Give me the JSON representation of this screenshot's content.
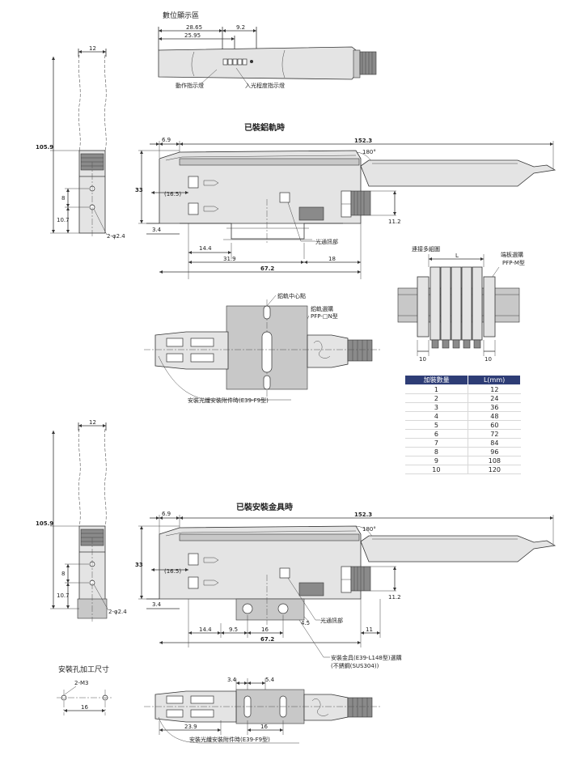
{
  "labels": {
    "digital_display": "數位顯示區",
    "operation_indicator": "動作指示燈",
    "light_level_indicator": "入光程度指示燈",
    "rail_mounted_title": "已裝鋁軌時",
    "light_receiving_part_1": "光通訊部",
    "light_receiving_part_2": "光通訊部",
    "multi_unit_diagram": "連接多組圖",
    "end_plate": "端板選購",
    "end_plate_model": "PFP-M型",
    "rail_center": "鋁軌中心點",
    "rail_option": "鋁軌選購",
    "rail_model": "PFP-□N型",
    "fiber_attachment_1": "安裝光纖安裝附件時(E39-F9型)",
    "bracket_mounted_title": "已裝安裝金具時",
    "bracket_option": "安裝金具(E39-L148型)選購",
    "bracket_material": "(不銹鋼(SUS304))",
    "hole_dimensions_title": "安裝孔加工尺寸",
    "fiber_attachment_2": "安裝光纖安裝附件時(E39-F9型)"
  },
  "dimensions": {
    "top_28_65": "28.65",
    "top_9_2": "9.2",
    "top_25_95": "25.95",
    "side_width_12_a": "12",
    "side_height_105_9_a": "105.9",
    "side_8_a": "8",
    "side_10_7_a": "10.7",
    "side_holes_a": "2-φ2.4",
    "rail_6_9": "6.9",
    "rail_152_3": "152.3",
    "rail_180": "180°",
    "rail_33": "33",
    "rail_16_5": "(16.5)",
    "rail_3_4": "3.4",
    "rail_11_2": "11.2",
    "rail_14_4": "14.4",
    "rail_31_9": "31.9",
    "rail_18": "18",
    "rail_67_2": "67.2",
    "multi_L": "L",
    "multi_10_left": "10",
    "multi_10_right": "10",
    "side_width_12_b": "12",
    "side_height_105_9_b": "105.9",
    "side_8_b": "8",
    "side_10_7_b": "10.7",
    "side_holes_b": "2-φ2.4",
    "br_6_9": "6.9",
    "br_152_3": "152.3",
    "br_180": "180°",
    "br_33": "33",
    "br_16_5": "(16.5)",
    "br_3_4": "3.4",
    "br_11_2": "11.2",
    "br_4_5": "4.5",
    "br_14_4": "14.4",
    "br_9_5": "9.5",
    "br_16": "16",
    "br_11": "11",
    "br_67_2": "67.2",
    "hole_2m3": "2-M3",
    "hole_16": "16",
    "bot_3_4": "3.4",
    "bot_5_4": "5.4",
    "bot_23_9": "23.9",
    "bot_16": "16"
  },
  "table": {
    "headers": [
      "加裝數量",
      "L(mm)"
    ],
    "rows": [
      [
        "1",
        "12"
      ],
      [
        "2",
        "24"
      ],
      [
        "3",
        "36"
      ],
      [
        "4",
        "48"
      ],
      [
        "5",
        "60"
      ],
      [
        "6",
        "72"
      ],
      [
        "7",
        "84"
      ],
      [
        "8",
        "96"
      ],
      [
        "9",
        "108"
      ],
      [
        "10",
        "120"
      ]
    ]
  }
}
